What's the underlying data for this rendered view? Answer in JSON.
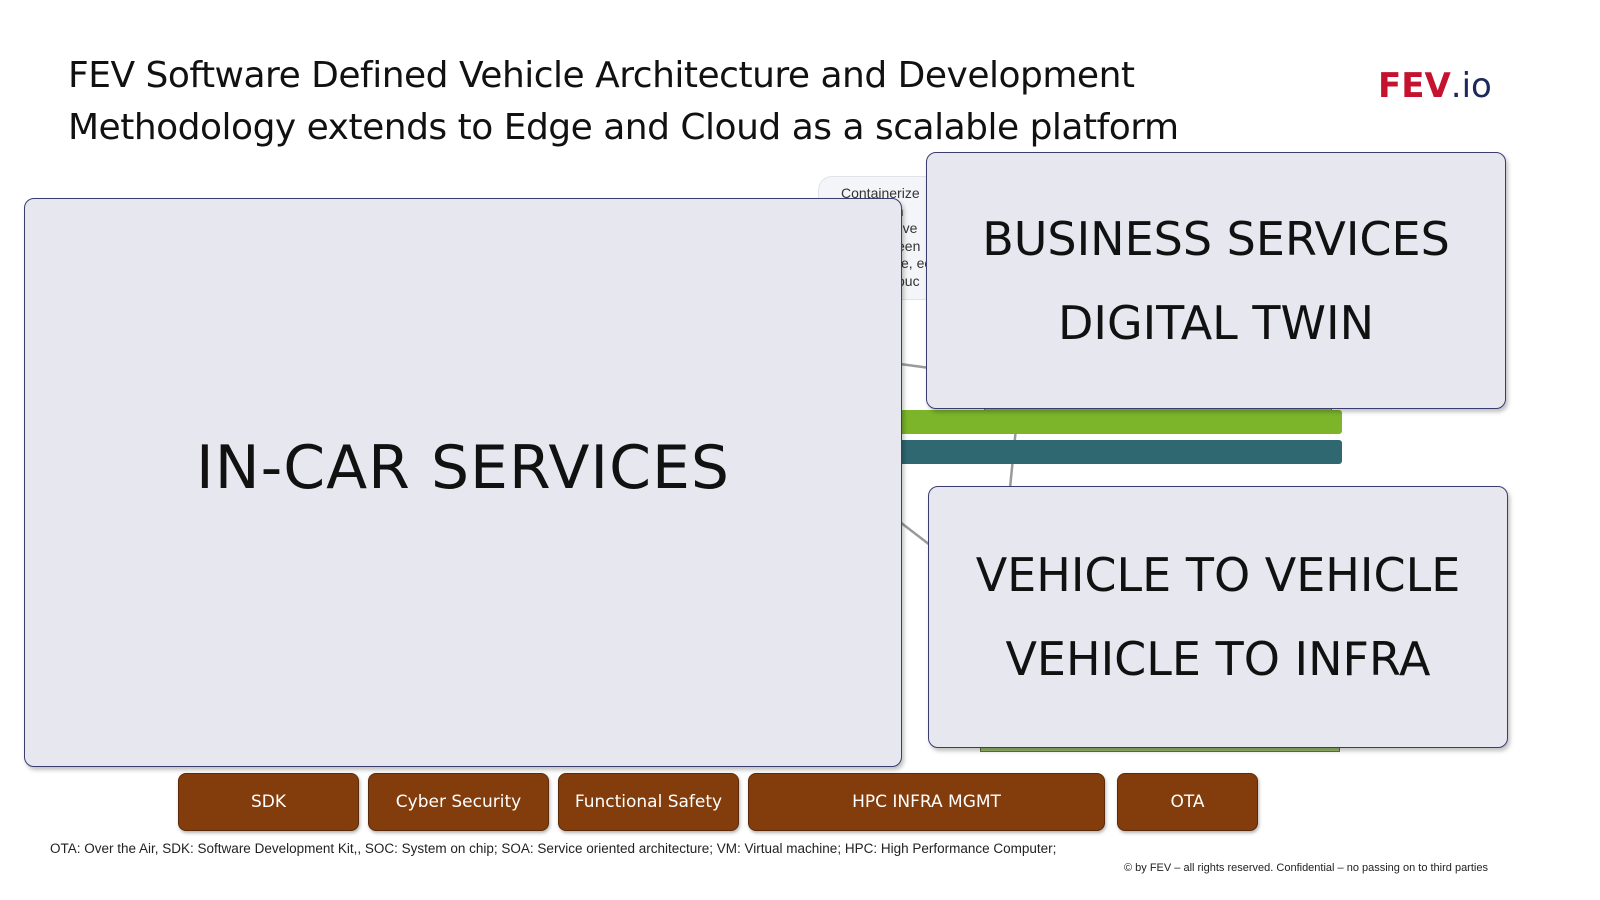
{
  "title": {
    "line1": "FEV Software Defined Vehicle Architecture and Development",
    "line2": "Methodology extends to Edge and Cloud as a scalable platform"
  },
  "logo": {
    "main": "FEV",
    "tld": ".io"
  },
  "bubble": {
    "lines": [
      "Containerize",
      "tion",
      "nove",
      "een",
      "e, ec",
      "ouc"
    ]
  },
  "panels": {
    "in_car": "IN-CAR SERVICES",
    "business": [
      "BUSINESS SERVICES",
      "DIGITAL TWIN"
    ],
    "v2x": [
      "VEHICLE TO VEHICLE",
      "VEHICLE TO INFRA"
    ]
  },
  "pills": [
    "SDK",
    "Cyber Security",
    "Functional Safety",
    "HPC INFRA MGMT",
    "OTA"
  ],
  "colors": {
    "panel_fill": "#e6e7ef",
    "pill_fill": "#833c0b",
    "stripe_green": "#7cb52a",
    "stripe_teal": "#2f6871",
    "logo_red": "#c4122f"
  },
  "footnote": "OTA: Over the Air, SDK: Software Development Kit,, SOC: System on chip; SOA: Service oriented architecture; VM: Virtual machine; HPC: High Performance Computer;",
  "copyright": "© by FEV – all rights reserved. Confidential – no passing on to third parties"
}
